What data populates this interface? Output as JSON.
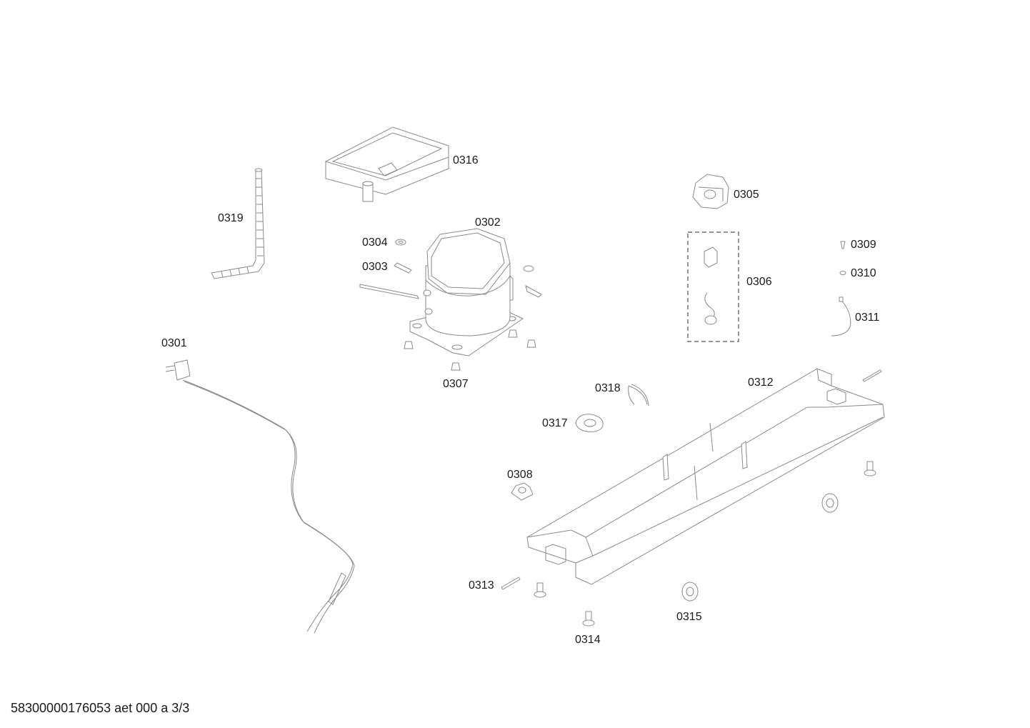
{
  "parts": {
    "p0301": "0301",
    "p0302": "0302",
    "p0303": "0303",
    "p0304": "0304",
    "p0305": "0305",
    "p0306": "0306",
    "p0307": "0307",
    "p0308": "0308",
    "p0309": "0309",
    "p0310": "0310",
    "p0311": "0311",
    "p0312": "0312",
    "p0313": "0313",
    "p0314": "0314",
    "p0315": "0315",
    "p0316": "0316",
    "p0317": "0317",
    "p0318": "0318",
    "p0319": "0319"
  },
  "footer": {
    "document_id": "58300000176053 aet 000 a 3/3"
  }
}
